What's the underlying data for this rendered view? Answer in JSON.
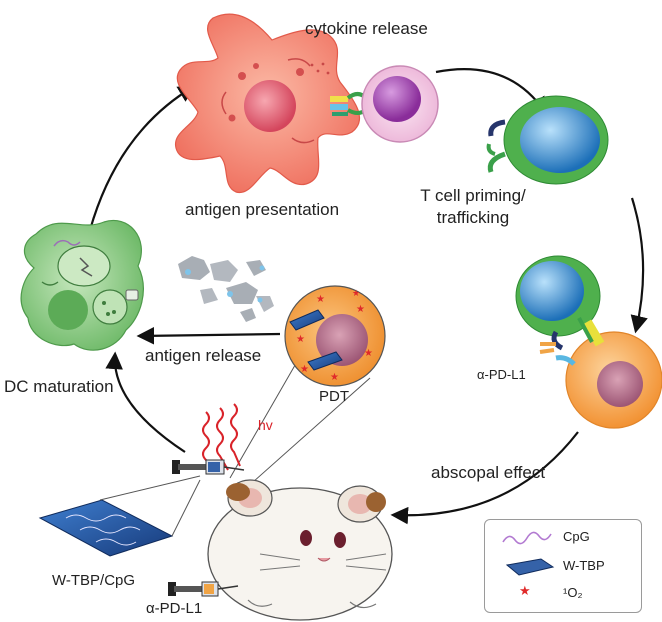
{
  "labels": {
    "cytokine_release": "cytokine release",
    "antigen_presentation": "antigen presentation",
    "t_cell_priming_line1": "T cell priming/",
    "t_cell_priming_line2": "trafficking",
    "alpha_pd_l1_right": "α-PD-L1",
    "abscopal_effect": "abscopal effect",
    "pdt": "PDT",
    "antigen_release": "antigen release",
    "dc_maturation": "DC maturation",
    "hv": "hv",
    "w_tbp_cpg": "W-TBP/CpG",
    "alpha_pd_l1_bottom": "α-PD-L1"
  },
  "legend": {
    "items": [
      {
        "label": "CpG",
        "icon": "cpg-strand-icon"
      },
      {
        "label": "W-TBP",
        "icon": "w-tbp-plate-icon"
      },
      {
        "label": "¹O₂",
        "icon": "singlet-oxygen-star-icon"
      }
    ]
  },
  "colors": {
    "dendritic_cell": "#f0766a",
    "t_cell_ring": "#4caf50",
    "t_cell_core": "#2f86c9",
    "tumor_cell": "#f7a24b",
    "mature_dc": "#8fcc8a",
    "pdt_zoom": "#f3a04c",
    "star": "#e02a2a",
    "w_tbp_plate": "#3562a8",
    "cpg": "#b27ad1",
    "arrow": "#111111"
  }
}
